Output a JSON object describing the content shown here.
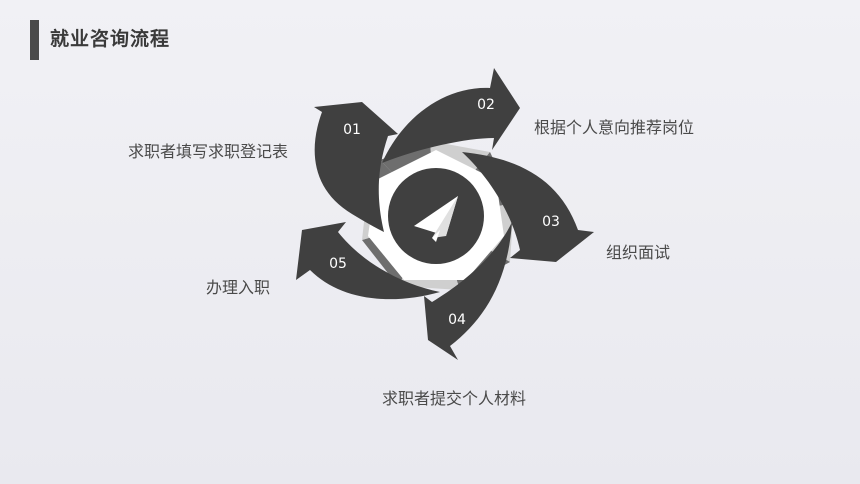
{
  "page": {
    "title": "就业咨询流程"
  },
  "steps": [
    {
      "num": "01",
      "label": "求职者填写求职登记表"
    },
    {
      "num": "02",
      "label": "根据个人意向推荐岗位"
    },
    {
      "num": "03",
      "label": "组织面试"
    },
    {
      "num": "04",
      "label": "求职者提交个人材料"
    },
    {
      "num": "05",
      "label": "办理入职"
    }
  ],
  "center": {
    "icon": "paper-plane-icon"
  },
  "colors": {
    "arrow": "#404040",
    "ring_dark": "#6e6e6e",
    "ring_light": "#d3d3d3",
    "hub": "#ffffff",
    "center_disc": "#404040",
    "title_bar": "#4a4a4a"
  }
}
